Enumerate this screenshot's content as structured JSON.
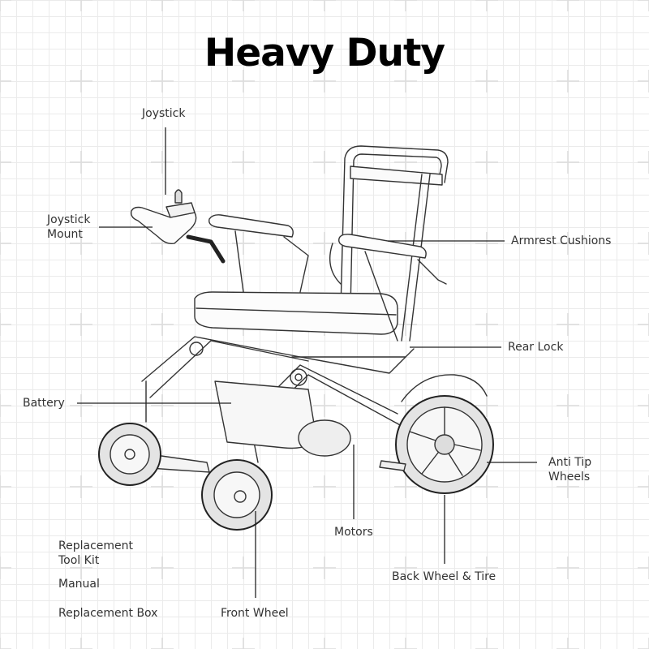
{
  "title": "Heavy Duty",
  "labels": {
    "joystick": "Joystick",
    "joystick_mount_1": "Joystick",
    "joystick_mount_2": "Mount",
    "armrest_cushions": "Armrest Cushions",
    "rear_lock": "Rear Lock",
    "battery": "Battery",
    "anti_tip_1": "Anti Tip",
    "anti_tip_2": "Wheels",
    "motors": "Motors",
    "back_wheel": "Back Wheel & Tire",
    "front_wheel": "Front Wheel",
    "tool_kit_1": "Replacement",
    "tool_kit_2": "Tool Kit",
    "manual": "Manual",
    "replacement_box": "Replacement Box"
  }
}
